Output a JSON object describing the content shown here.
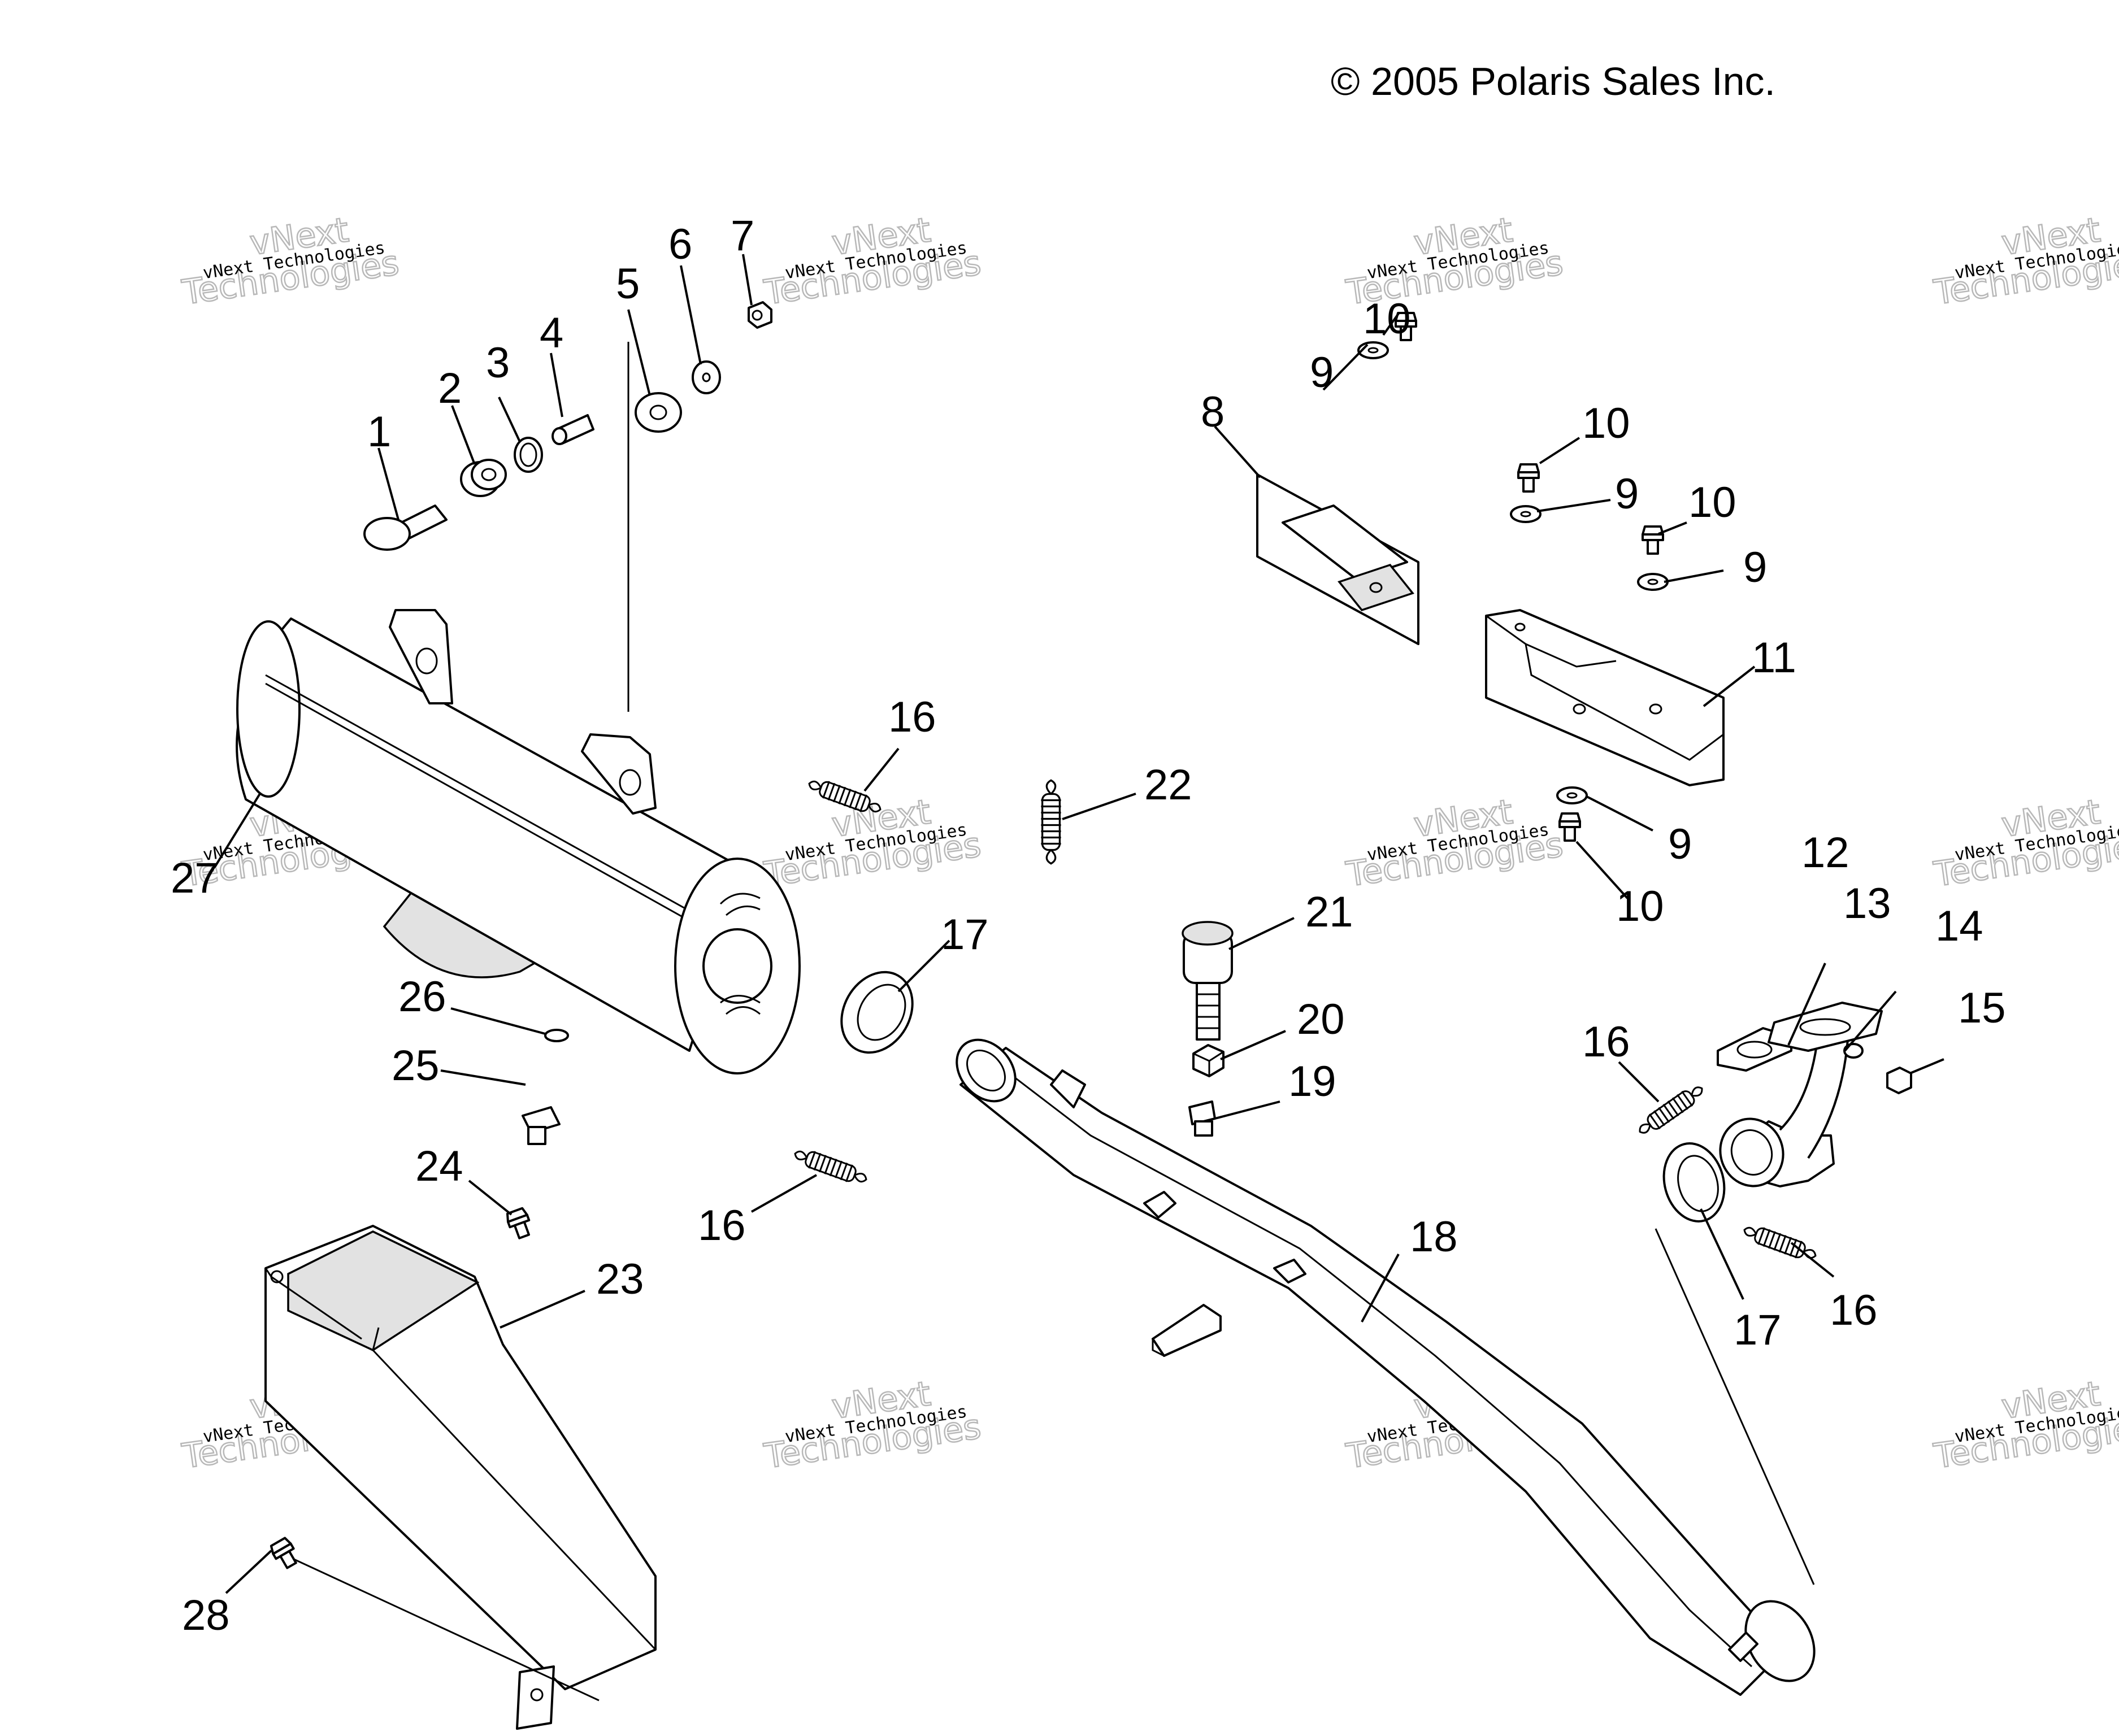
{
  "copyright": "© 2005 Polaris Sales Inc.",
  "watermark": {
    "small": "vNext Technologies",
    "big_line1": "vNext",
    "big_line2": "Technologies"
  },
  "callouts": {
    "c1": "1",
    "c2": "2",
    "c3": "3",
    "c4": "4",
    "c5": "5",
    "c6": "6",
    "c7": "7",
    "c8": "8",
    "c9a": "9",
    "c9b": "9",
    "c9c": "9",
    "c9d": "9",
    "c10a": "10",
    "c10b": "10",
    "c10c": "10",
    "c10d": "10",
    "c11": "11",
    "c12": "12",
    "c13": "13",
    "c14": "14",
    "c15": "15",
    "c16a": "16",
    "c16b": "16",
    "c16c": "16",
    "c16d": "16",
    "c17a": "17",
    "c17b": "17",
    "c18": "18",
    "c19": "19",
    "c20": "20",
    "c21": "21",
    "c22": "22",
    "c23": "23",
    "c24": "24",
    "c25": "25",
    "c26": "26",
    "c27": "27",
    "c28": "28"
  }
}
